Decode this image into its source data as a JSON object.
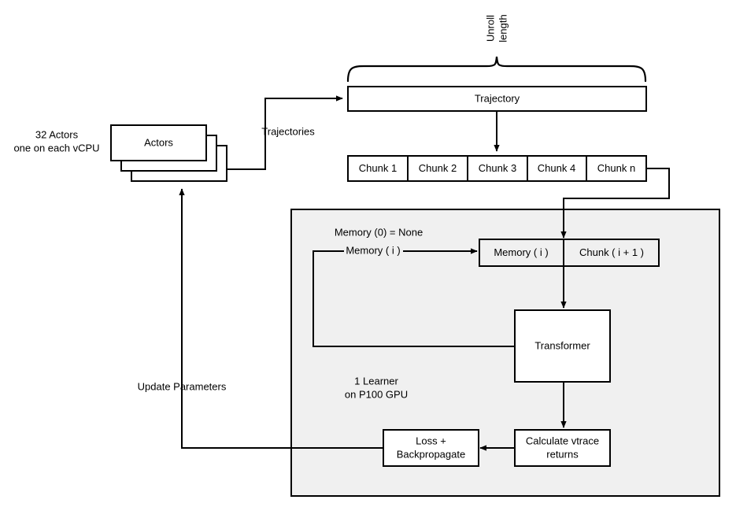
{
  "diagram": {
    "title_visible": false,
    "background_color": "#ffffff",
    "panel_color": "#f0f0f0",
    "line_color": "#000000",
    "actors": {
      "box_label": "Actors",
      "annotation_line1": "32 Actors",
      "annotation_line2": "one on each vCPU",
      "stack_count": 3
    },
    "edges": {
      "trajectories": "Trajectories",
      "update_parameters": "Update Parameters",
      "memory_i": "Memory ( i )",
      "memory_zero_none": "Memory (0) = None"
    },
    "trajectory": {
      "label": "Trajectory",
      "brace_label_line1": "Unroll",
      "brace_label_line2": "length"
    },
    "chunks": [
      "Chunk 1",
      "Chunk 2",
      "Chunk 3",
      "Chunk 4",
      "Chunk n"
    ],
    "learner": {
      "annotation_line1": "1 Learner",
      "annotation_line2": "on P100 GPU",
      "memory_chunk_row": [
        "Memory ( i )",
        "Chunk ( i + 1 )"
      ],
      "transformer_label": "Transformer",
      "vtrace": {
        "line1": "Calculate vtrace",
        "line2": "returns"
      },
      "loss": {
        "line1": "Loss +",
        "line2": "Backpropagate"
      }
    }
  }
}
